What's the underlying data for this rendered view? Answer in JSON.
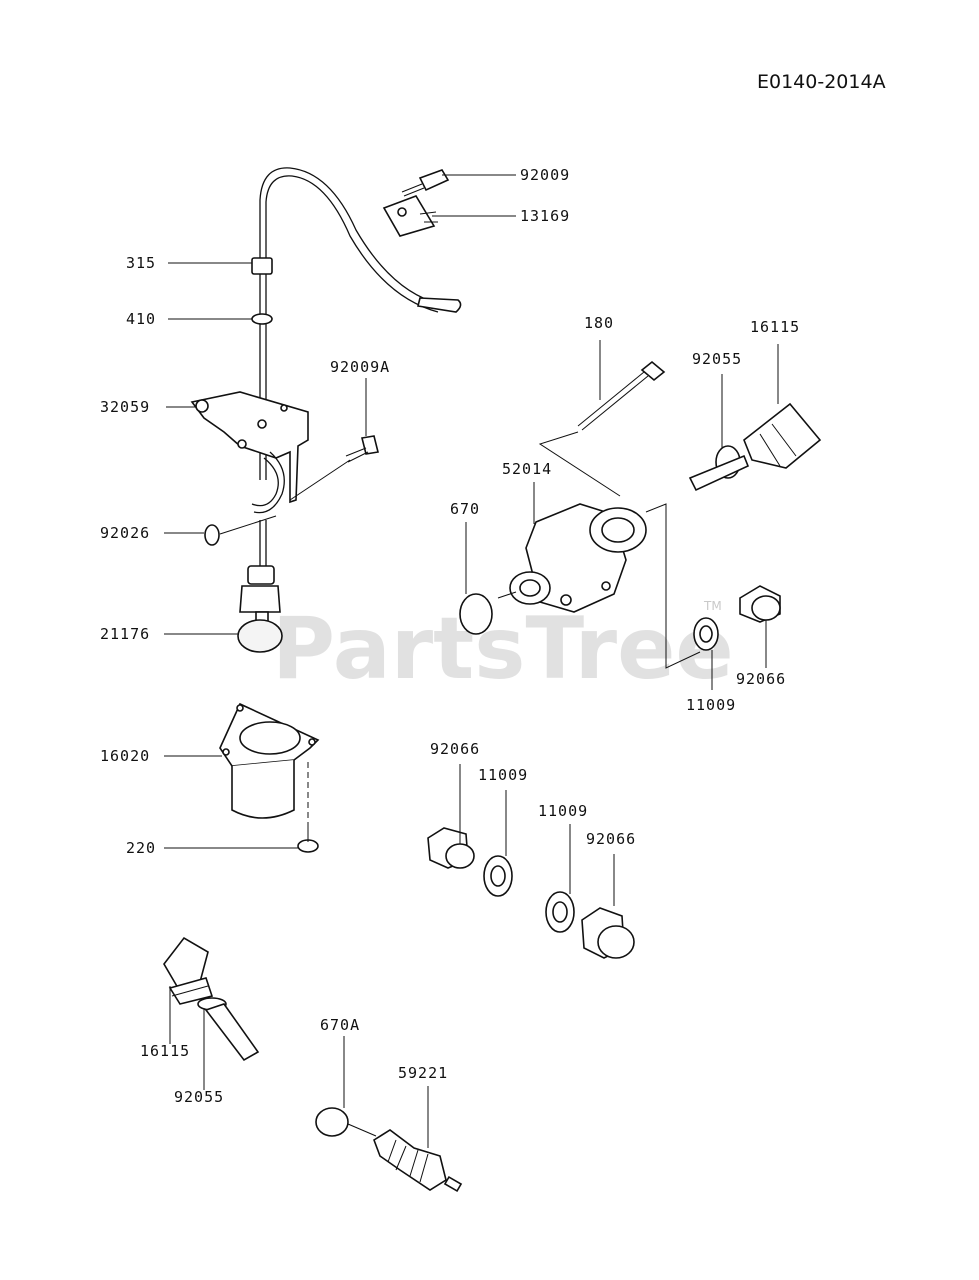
{
  "diagram_code": "E0140-2014A",
  "watermark": {
    "text": "PartsTree",
    "tm": "TM"
  },
  "callouts": [
    {
      "id": "c-92009",
      "text": "92009"
    },
    {
      "id": "c-13169",
      "text": "13169"
    },
    {
      "id": "c-315",
      "text": "315"
    },
    {
      "id": "c-410",
      "text": "410"
    },
    {
      "id": "c-180",
      "text": "180"
    },
    {
      "id": "c-16115-top",
      "text": "16115"
    },
    {
      "id": "c-92055-top",
      "text": "92055"
    },
    {
      "id": "c-92009A",
      "text": "92009A"
    },
    {
      "id": "c-32059",
      "text": "32059"
    },
    {
      "id": "c-52014",
      "text": "52014"
    },
    {
      "id": "c-670",
      "text": "670"
    },
    {
      "id": "c-92026",
      "text": "92026"
    },
    {
      "id": "c-21176",
      "text": "21176"
    },
    {
      "id": "c-92066-right",
      "text": "92066"
    },
    {
      "id": "c-11009-right",
      "text": "11009"
    },
    {
      "id": "c-16020",
      "text": "16020"
    },
    {
      "id": "c-92066-mid",
      "text": "92066"
    },
    {
      "id": "c-11009-mid",
      "text": "11009"
    },
    {
      "id": "c-11009-low",
      "text": "11009"
    },
    {
      "id": "c-92066-low",
      "text": "92066"
    },
    {
      "id": "c-220",
      "text": "220"
    },
    {
      "id": "c-16115-bottom",
      "text": "16115"
    },
    {
      "id": "c-92055-bottom",
      "text": "92055"
    },
    {
      "id": "c-670A",
      "text": "670A"
    },
    {
      "id": "c-59221",
      "text": "59221"
    }
  ]
}
